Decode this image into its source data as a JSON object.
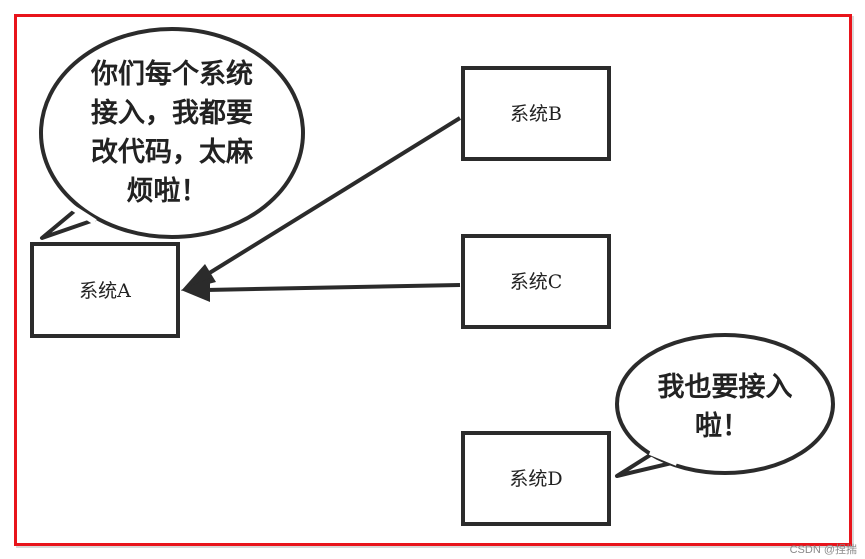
{
  "systems": {
    "a": "系统A",
    "b": "系统B",
    "c": "系统C",
    "d": "系统D"
  },
  "bubbles": {
    "a_lines": [
      "你们每个系统",
      "接入，我都要",
      "改代码，太麻",
      "烦啦！"
    ],
    "d_lines": [
      "我也要接入",
      "啦！"
    ]
  },
  "watermark": "CSDN @捏揣",
  "colors": {
    "frame": "#e8141b",
    "stroke": "#2b2b2b"
  }
}
